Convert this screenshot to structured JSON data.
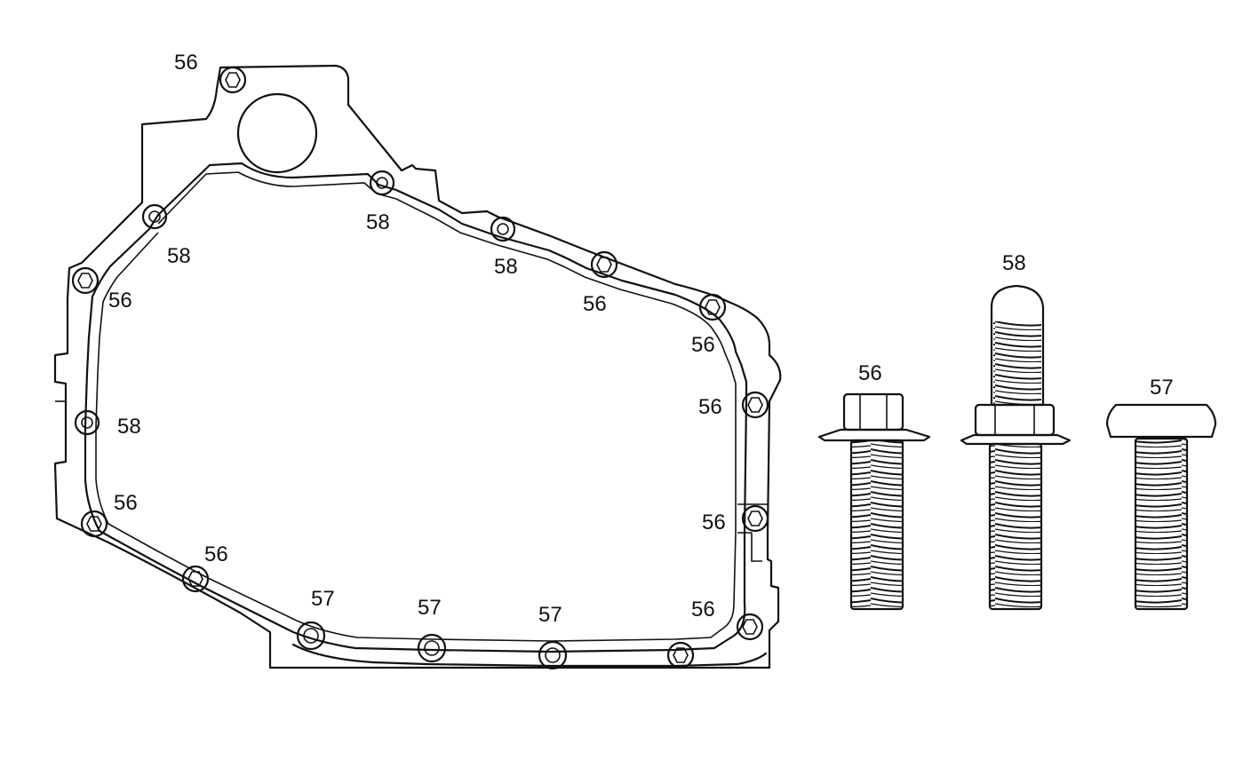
{
  "colors": {
    "ink": "#111111",
    "background": "#ffffff"
  },
  "callouts": [
    {
      "id": "c1",
      "text": "56"
    },
    {
      "id": "c2",
      "text": "58"
    },
    {
      "id": "c3",
      "text": "58"
    },
    {
      "id": "c4",
      "text": "58"
    },
    {
      "id": "c5",
      "text": "56"
    },
    {
      "id": "c6",
      "text": "56"
    },
    {
      "id": "c7",
      "text": "56"
    },
    {
      "id": "c8",
      "text": "56"
    },
    {
      "id": "c9",
      "text": "58"
    },
    {
      "id": "c10",
      "text": "56"
    },
    {
      "id": "c11",
      "text": "56"
    },
    {
      "id": "c12",
      "text": "57"
    },
    {
      "id": "c13",
      "text": "57"
    },
    {
      "id": "c14",
      "text": "57"
    },
    {
      "id": "c15",
      "text": "56"
    },
    {
      "id": "c16",
      "text": "56"
    },
    {
      "id": "c17",
      "text": "56"
    }
  ],
  "fasteners": [
    {
      "id": "bolt-56",
      "label": "56"
    },
    {
      "id": "stud-58",
      "label": "58"
    },
    {
      "id": "bolt-57",
      "label": "57"
    }
  ]
}
